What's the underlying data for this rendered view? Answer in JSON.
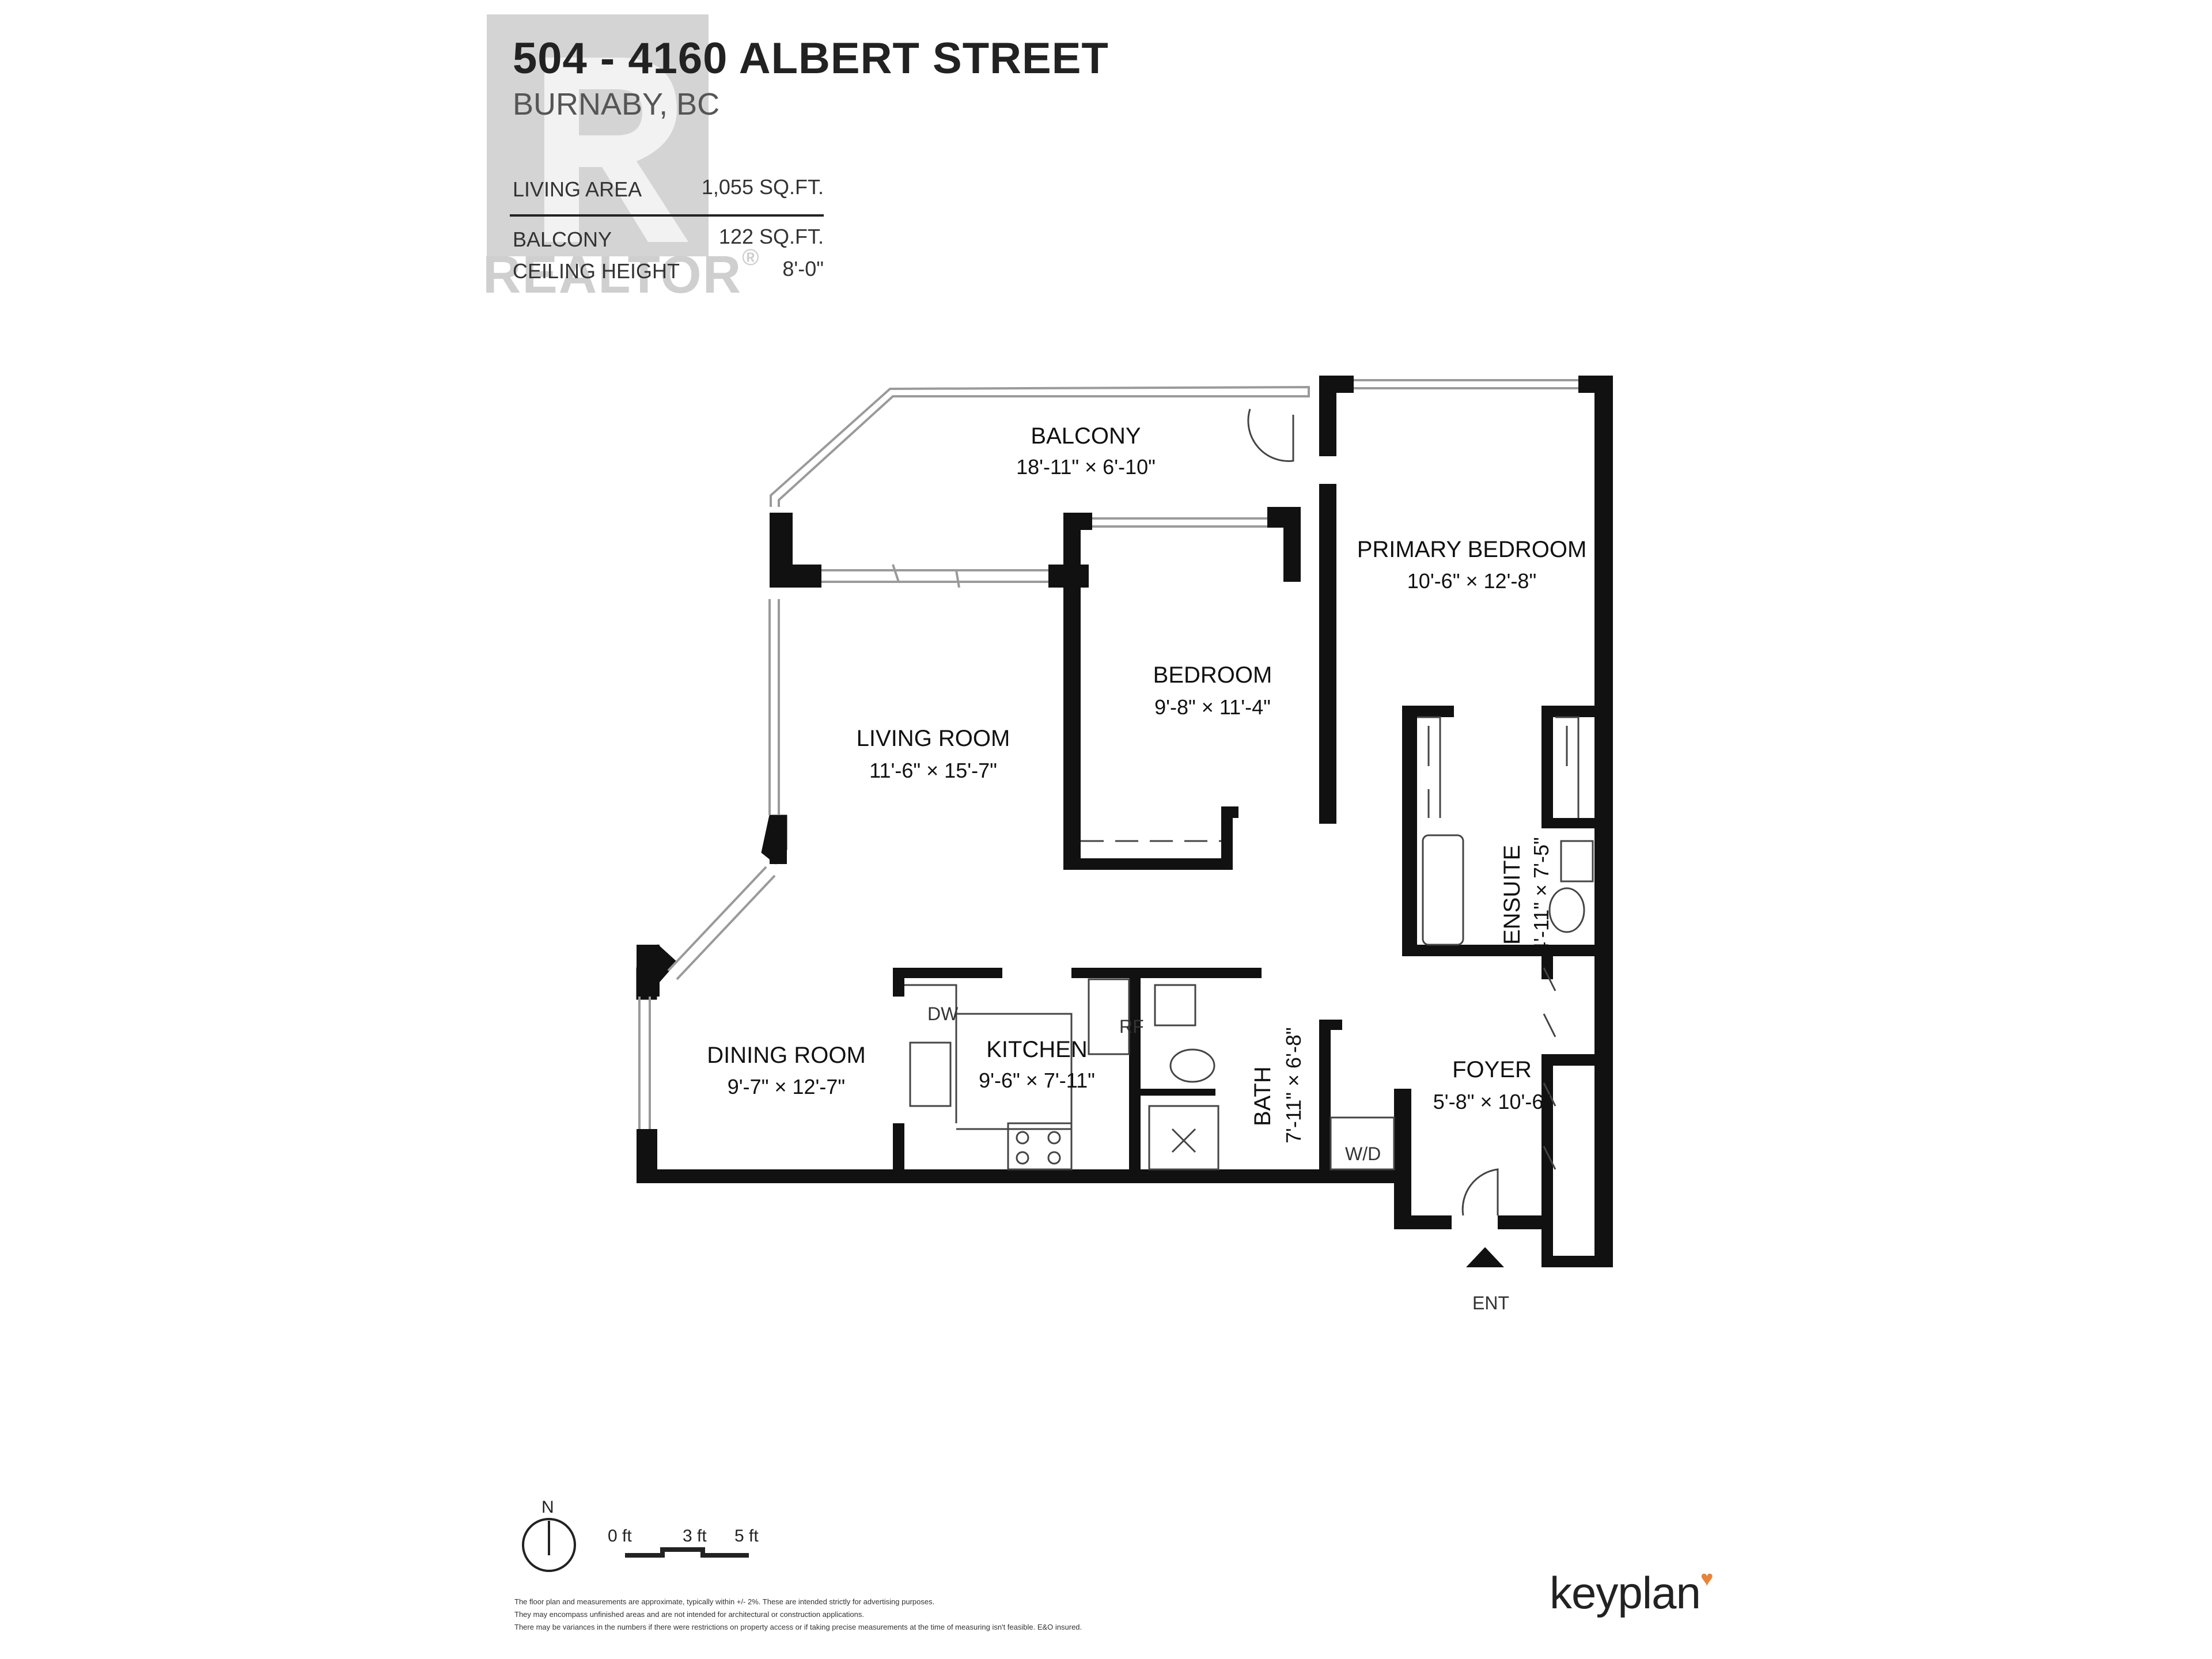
{
  "header": {
    "title": "504 - 4160 ALBERT STREET",
    "subtitle": "BURNABY, BC",
    "stats": [
      {
        "label": "LIVING AREA",
        "value": "1,055 SQ.FT."
      },
      {
        "label": "BALCONY",
        "value": "122 SQ.FT."
      },
      {
        "label": "CEILING HEIGHT",
        "value": "8'-0\""
      }
    ]
  },
  "watermark": {
    "text": "REALTOR",
    "mark": "®"
  },
  "rooms": {
    "balcony": {
      "name": "BALCONY",
      "dim": "18'-11\"  ×  6'-10\""
    },
    "primary_bedroom": {
      "name": "PRIMARY BEDROOM",
      "dim": "10'-6\"  ×  12'-8\""
    },
    "bedroom": {
      "name": "BEDROOM",
      "dim": "9'-8\"  ×  11'-4\""
    },
    "living_room": {
      "name": "LIVING ROOM",
      "dim": "11'-6\"  ×  15'-7\""
    },
    "ensuite": {
      "name": "ENSUITE",
      "dim": "4'-11\" × 7'-5\""
    },
    "dining_room": {
      "name": "DINING ROOM",
      "dim": "9'-7\"  ×  12'-7\""
    },
    "kitchen": {
      "name": "KITCHEN",
      "dim": "9'-6\" × 7'-11\""
    },
    "bath": {
      "name": "BATH",
      "dim": "7'-11\" × 6'-8\""
    },
    "foyer": {
      "name": "FOYER",
      "dim": "5'-8\" × 10'-6\""
    }
  },
  "fixtures": {
    "dishwasher": "DW",
    "refrigerator": "RF",
    "washer_dryer": "W/D",
    "entry": "ENT"
  },
  "scale": {
    "north": "N",
    "ticks": [
      "0 ft",
      "3 ft",
      "5 ft"
    ]
  },
  "disclaimer": [
    "The floor plan and measurements are approximate, typically within +/- 2%. These are intended strictly for advertising purposes.",
    "They may encompass unfinished areas and are not intended for architectural or construction applications.",
    "There may be variances in the numbers if there were restrictions on property access or if taking precise measurements at the time of measuring isn't feasible. E&O insured."
  ],
  "brand": {
    "name": "keyplan",
    "accent": "#e8833a"
  },
  "colors": {
    "wall": "#111111",
    "window": "#9a9a9a",
    "watermark": "#d0d0d0"
  }
}
